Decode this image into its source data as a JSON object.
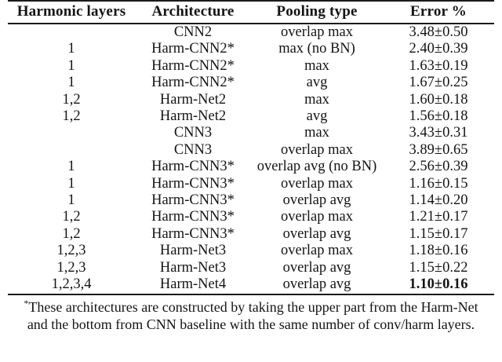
{
  "table": {
    "columns": [
      "Harmonic layers",
      "Architecture",
      "Pooling type",
      "Error %"
    ],
    "rows": [
      {
        "layers": "",
        "architecture": "CNN2",
        "pooling": "overlap max",
        "error": "3.48±0.50",
        "bold": false
      },
      {
        "layers": "1",
        "architecture": "Harm-CNN2*",
        "pooling": "max (no BN)",
        "error": "2.40±0.39",
        "bold": false
      },
      {
        "layers": "1",
        "architecture": "Harm-CNN2*",
        "pooling": "max",
        "error": "1.63±0.19",
        "bold": false
      },
      {
        "layers": "1",
        "architecture": "Harm-CNN2*",
        "pooling": "avg",
        "error": "1.67±0.25",
        "bold": false
      },
      {
        "layers": "1,2",
        "architecture": "Harm-Net2",
        "pooling": "max",
        "error": "1.60±0.18",
        "bold": false
      },
      {
        "layers": "1,2",
        "architecture": "Harm-Net2",
        "pooling": "avg",
        "error": "1.56±0.18",
        "bold": false
      },
      {
        "layers": "",
        "architecture": "CNN3",
        "pooling": "max",
        "error": "3.43±0.31",
        "bold": false
      },
      {
        "layers": "",
        "architecture": "CNN3",
        "pooling": "overlap max",
        "error": "3.89±0.65",
        "bold": false
      },
      {
        "layers": "1",
        "architecture": "Harm-CNN3*",
        "pooling": "overlap avg (no BN)",
        "error": "2.56±0.39",
        "bold": false
      },
      {
        "layers": "1",
        "architecture": "Harm-CNN3*",
        "pooling": "overlap max",
        "error": "1.16±0.15",
        "bold": false
      },
      {
        "layers": "1",
        "architecture": "Harm-CNN3*",
        "pooling": "overlap avg",
        "error": "1.14±0.20",
        "bold": false
      },
      {
        "layers": "1,2",
        "architecture": "Harm-CNN3*",
        "pooling": "overlap max",
        "error": "1.21±0.17",
        "bold": false
      },
      {
        "layers": "1,2",
        "architecture": "Harm-CNN3*",
        "pooling": "overlap avg",
        "error": "1.15±0.17",
        "bold": false
      },
      {
        "layers": "1,2,3",
        "architecture": "Harm-Net3",
        "pooling": "overlap max",
        "error": "1.18±0.16",
        "bold": false
      },
      {
        "layers": "1,2,3",
        "architecture": "Harm-Net3",
        "pooling": "overlap avg",
        "error": "1.15±0.22",
        "bold": false
      },
      {
        "layers": "1,2,3,4",
        "architecture": "Harm-Net4",
        "pooling": "overlap avg",
        "error": "1.10±0.16",
        "bold": true
      }
    ]
  },
  "footnote": {
    "marker": "*",
    "text": "These architectures are constructed by taking the upper part from the Harm-Net and the bottom from CNN baseline with the same number of conv/harm layers."
  }
}
